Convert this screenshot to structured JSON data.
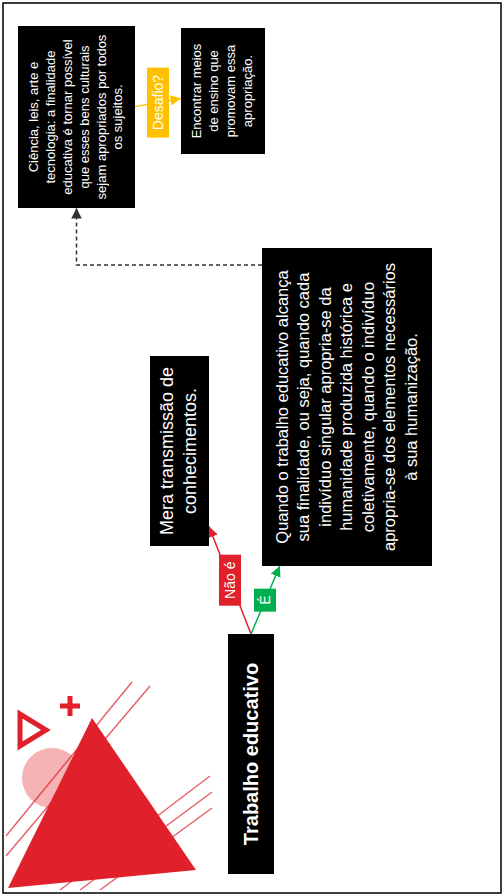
{
  "diagram": {
    "nodes": [
      {
        "text": [
          "Trabalho educativo"
        ]
      },
      {
        "text": [
          "Mera transmissão de conhecimentos."
        ]
      },
      {
        "text": [
          "Quando o trabalho educativo alcança sua finalidade, ou seja, quando cada indivíduo singular apropria-se da humanidade produzida histórica e coletivamente, quando o indivíduo apropria-se dos elementos necessários à sua humanização."
        ]
      },
      {
        "text": [
          "Ciência, leis, arte e tecnologia: a finalidade educativa é tornar possível que esses bens culturais sejam apropriados por todos os sujeitos."
        ]
      },
      {
        "text": [
          "Encontrar meios de ensino que promovam essa apropriação."
        ]
      }
    ],
    "edges": [
      {
        "from": 0,
        "to": 1,
        "arrow": "to",
        "label": "Não é"
      },
      {
        "from": 0,
        "to": 2,
        "arrow": "to",
        "label": "É"
      },
      {
        "from": 2,
        "to": 3,
        "arrow": "to"
      },
      {
        "from": 3,
        "to": 4,
        "arrow": "to",
        "label": "Desafio?"
      }
    ]
  }
}
